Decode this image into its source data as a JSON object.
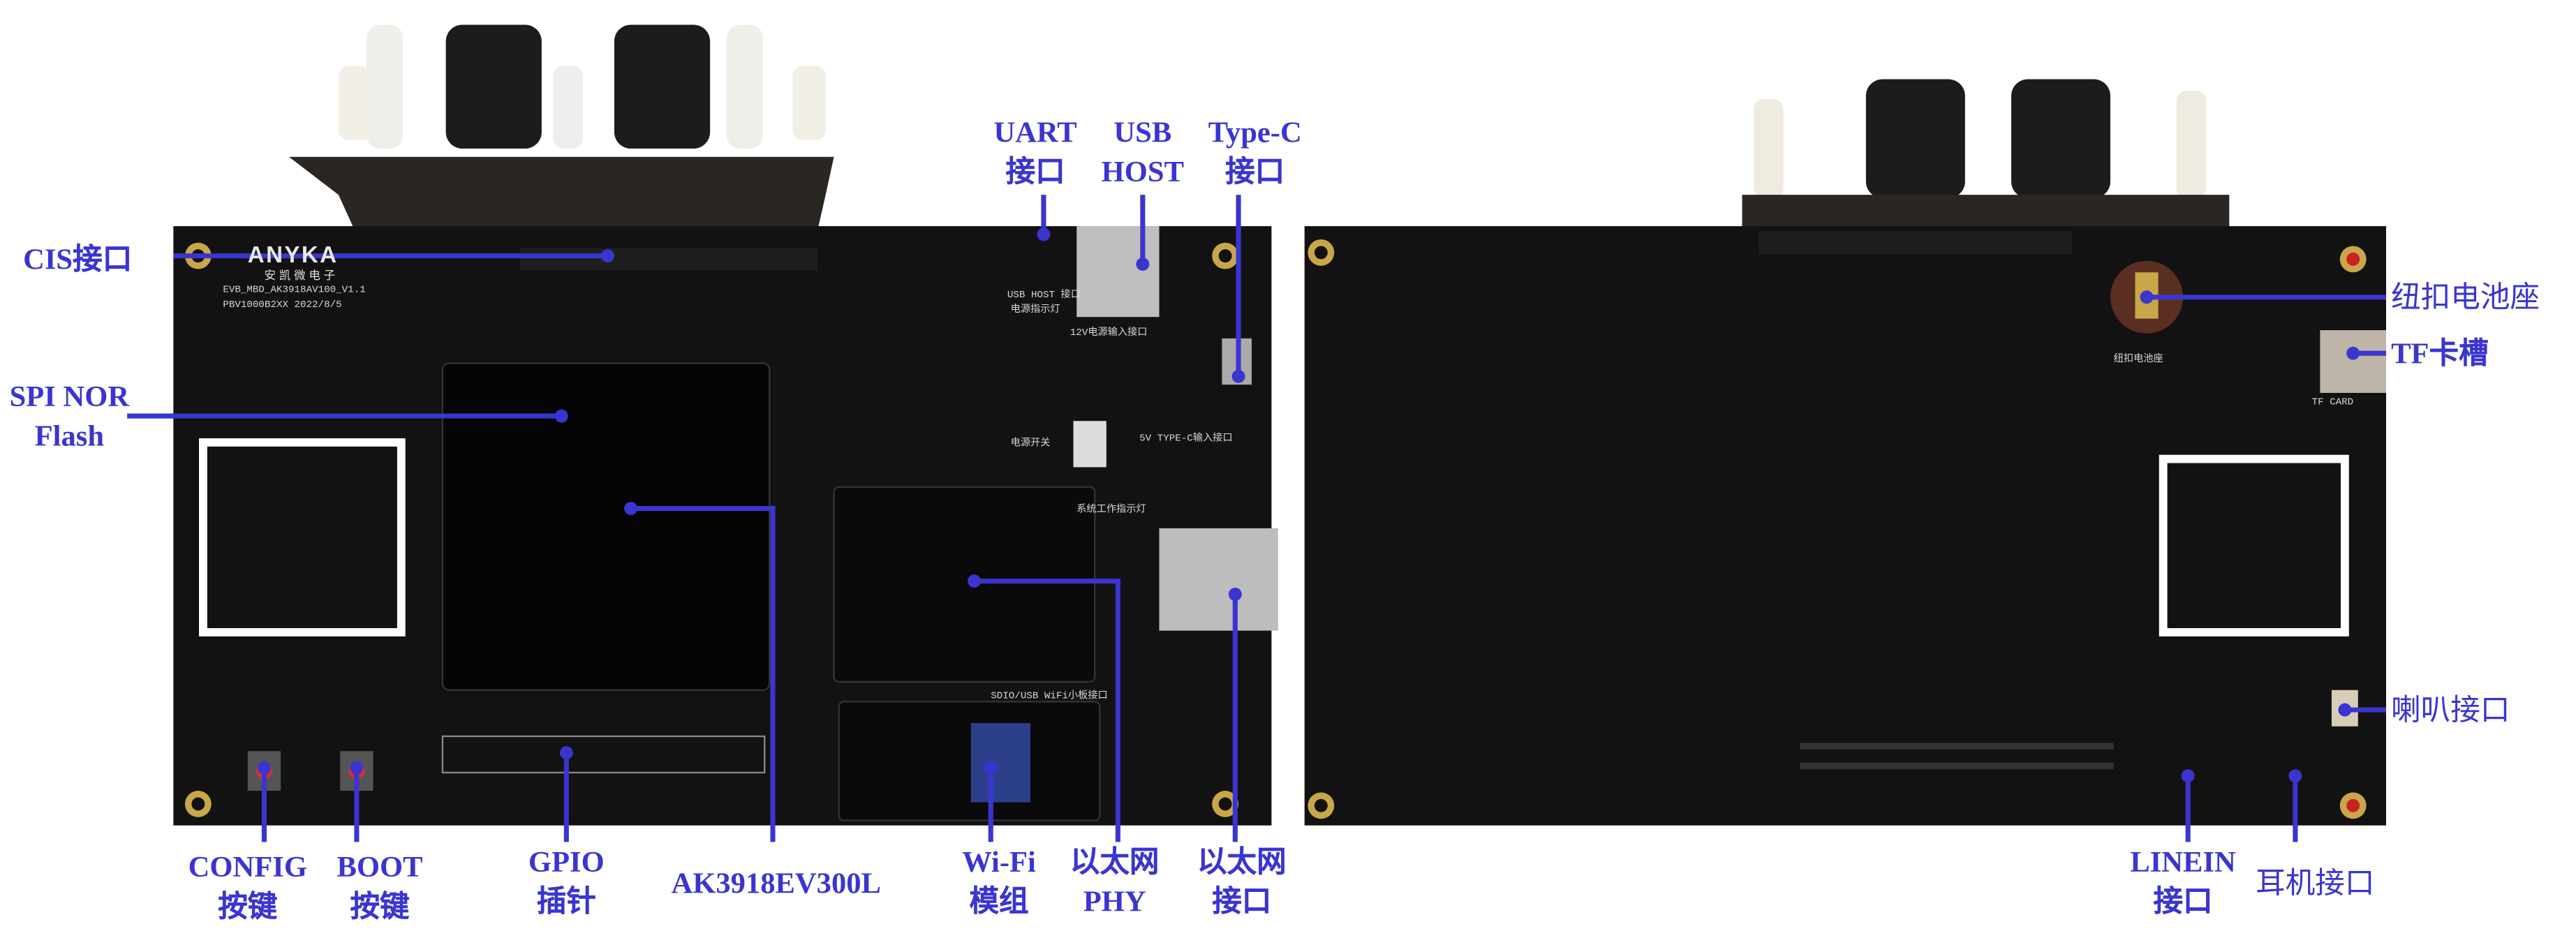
{
  "colors": {
    "annotation": "#3a35d0",
    "pcb": "#111111",
    "background": "#ffffff"
  },
  "board_silkscreen": {
    "logo": "ANYKA",
    "logo_sub": "安凯微电子",
    "model": "EVB_MBD_AK3918AV100_V1.1",
    "version": "PBV1000B2XX 2022/8/5",
    "battery_holder": "纽扣电池座",
    "tf_card": "TF CARD",
    "typec_input": "5V TYPE-C输入接口",
    "power_12v": "12V电源输入接口",
    "power_switch": "电源开关",
    "usb_host": "USB HOST 接口",
    "power_led": "电源指示灯",
    "sys_led": "系统工作指示灯",
    "wifi_port": "SDIO/USB WiFi小板接口"
  },
  "labels": {
    "cis": "CIS接口",
    "spi_nor": [
      "SPI NOR",
      "Flash"
    ],
    "uart": [
      "UART",
      "接口"
    ],
    "usb_host": [
      "USB",
      "HOST"
    ],
    "typec": [
      "Type-C",
      "接口"
    ],
    "config": [
      "CONFIG",
      "按键"
    ],
    "boot": [
      "BOOT",
      "按键"
    ],
    "gpio": [
      "GPIO",
      "插针"
    ],
    "soc": "AK3918EV300L",
    "wifi": [
      "Wi-Fi",
      "模组"
    ],
    "eth_phy": [
      "以太网",
      "PHY"
    ],
    "eth_port": [
      "以太网",
      "接口"
    ],
    "battery": "纽扣电池座",
    "tf": "TF卡槽",
    "speaker": "喇叭接口",
    "linein": [
      "LINEIN",
      "接口"
    ],
    "headphone": "耳机接口"
  }
}
